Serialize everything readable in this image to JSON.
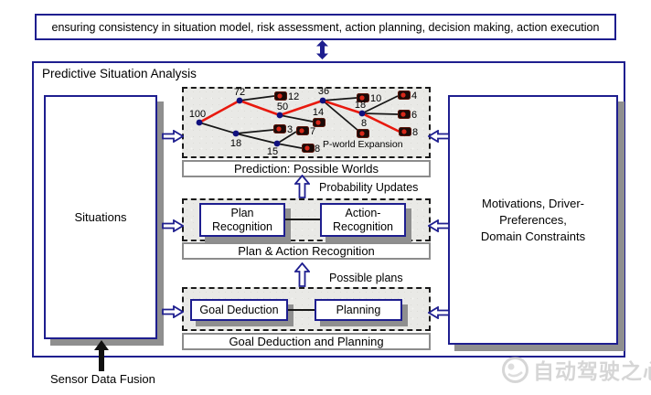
{
  "banner": {
    "text": "ensuring consistency in situation model, risk assessment, action planning, decision making, action execution"
  },
  "panel": {
    "title": "Predictive Situation Analysis",
    "situations_label": "Situations",
    "motivations_lines": [
      "Motivations, Driver-",
      "Preferences,",
      "Domain Constraints"
    ],
    "prediction_bar": "Prediction: Possible Worlds",
    "plan_action_bar": "Plan & Action Recognition",
    "goal_planning_bar": "Goal Deduction and Planning",
    "plan_recognition_lines": [
      "Plan",
      "Recognition"
    ],
    "action_recognition_lines": [
      "Action-",
      "Recognition"
    ],
    "goal_deduction_label": "Goal Deduction",
    "planning_label": "Planning",
    "probability_updates_label": "Probability Updates",
    "possible_plans_label": "Possible plans",
    "p_world_expansion_label": "P-world Expansion"
  },
  "tree": {
    "node_labels": [
      "100",
      "72",
      "50",
      "36",
      "18",
      "18",
      "15"
    ],
    "leaf_labels": [
      "12",
      "14",
      "10",
      "4",
      "6",
      "8",
      "8",
      "3",
      "7",
      "8"
    ],
    "highlighted_path": [
      "100",
      "72",
      "50",
      "36",
      "18",
      "8"
    ],
    "edges": [
      {
        "from": "100",
        "to": "72",
        "color": "red"
      },
      {
        "from": "100",
        "to": "18",
        "color": "black"
      },
      {
        "from": "72",
        "to": "12",
        "color": "black"
      },
      {
        "from": "72",
        "to": "50",
        "color": "red"
      },
      {
        "from": "50",
        "to": "14",
        "color": "black"
      },
      {
        "from": "50",
        "to": "36",
        "color": "red"
      },
      {
        "from": "36",
        "to": "10",
        "color": "black"
      },
      {
        "from": "36",
        "to": "8",
        "color": "black"
      },
      {
        "from": "36",
        "to": "18",
        "color": "red"
      },
      {
        "from": "18",
        "to": "4",
        "color": "black"
      },
      {
        "from": "18",
        "to": "6",
        "color": "black"
      },
      {
        "from": "18",
        "to": "8",
        "color": "red"
      },
      {
        "from": "18",
        "to": "3",
        "color": "black"
      },
      {
        "from": "18",
        "to": "15",
        "color": "black"
      },
      {
        "from": "15",
        "to": "7",
        "color": "black"
      },
      {
        "from": "15",
        "to": "8",
        "color": "black"
      }
    ]
  },
  "footer": {
    "sensor_label": "Sensor Data Fusion"
  },
  "watermark": {
    "text": "自动驾驶之心"
  },
  "colors": {
    "navy": "#1e1e8f",
    "red": "#e8190e",
    "node_blue": "#10107e",
    "leaf_dark": "#1a0b08",
    "leaf_red": "#d8281a",
    "shadow_gray": "#8f8f8f"
  }
}
